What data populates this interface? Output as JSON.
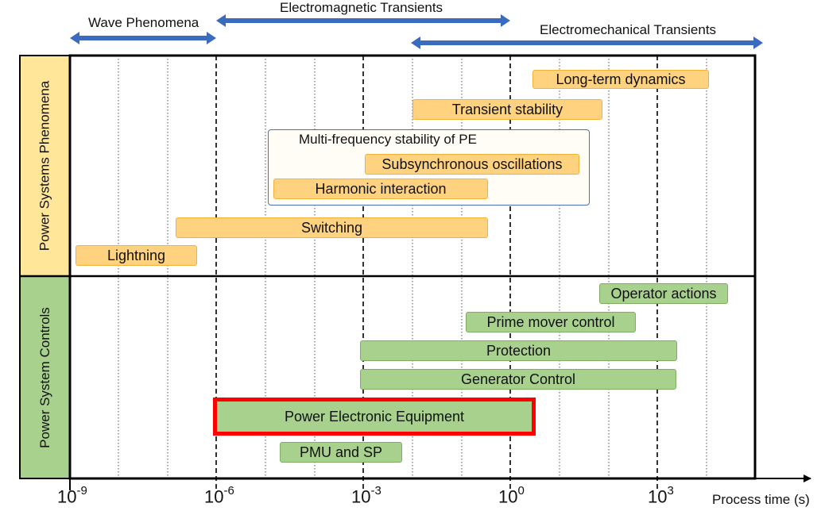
{
  "top_arrows": {
    "wave": "Wave Phenomena",
    "electromagnetic": "Electromagnetic Transients",
    "electromechanical": "Electromechanical Transients"
  },
  "sections": {
    "phenomena": "Power Systems Phenomena",
    "controls": "Power System Controls"
  },
  "phenomena_bars": {
    "long_term": "Long-term dynamics",
    "transient_stability": "Transient stability",
    "multi_freq_title": "Multi-frequency stability of PE",
    "subsynchronous": "Subsynchronous oscillations",
    "harmonic": "Harmonic interaction",
    "switching": "Switching",
    "lightning": "Lightning"
  },
  "control_bars": {
    "operator": "Operator actions",
    "prime_mover": "Prime mover control",
    "protection": "Protection",
    "generator": "Generator Control",
    "power_electronic": "Power Electronic Equipment",
    "pmu": "PMU and SP"
  },
  "axis": {
    "ticks": [
      {
        "base": "10",
        "exp": "-9"
      },
      {
        "base": "10",
        "exp": "-6"
      },
      {
        "base": "10",
        "exp": "-3"
      },
      {
        "base": "10",
        "exp": "0"
      },
      {
        "base": "10",
        "exp": "3"
      }
    ],
    "label": "Process time (s)"
  },
  "colors": {
    "phenomena_fill": "#ffe699",
    "controls_fill": "#a9d18e",
    "arrow_blue": "#3a6bbf",
    "highlight_red": "#ff0000"
  }
}
